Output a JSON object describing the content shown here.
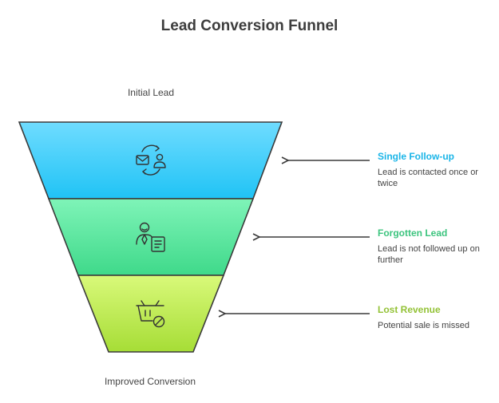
{
  "title": "Lead Conversion Funnel",
  "top_label": "Initial Lead",
  "bottom_label": "Improved Conversion",
  "stages": [
    {
      "title": "Single Follow-up",
      "description": "Lead is contacted once or twice",
      "icon": "mail-cycle-person-icon",
      "title_color": "#1ab5e8",
      "fill_top": "#6fdcff",
      "fill_bottom": "#20c3f5"
    },
    {
      "title": "Forgotten Lead",
      "description": "Lead is not followed up on further",
      "icon": "person-document-icon",
      "title_color": "#3cc47e",
      "fill_top": "#7ff4b8",
      "fill_bottom": "#3fd98a"
    },
    {
      "title": "Lost Revenue",
      "description": "Potential sale is missed",
      "icon": "basket-blocked-icon",
      "title_color": "#93c236",
      "fill_top": "#d9f97a",
      "fill_bottom": "#a6dd36"
    }
  ]
}
